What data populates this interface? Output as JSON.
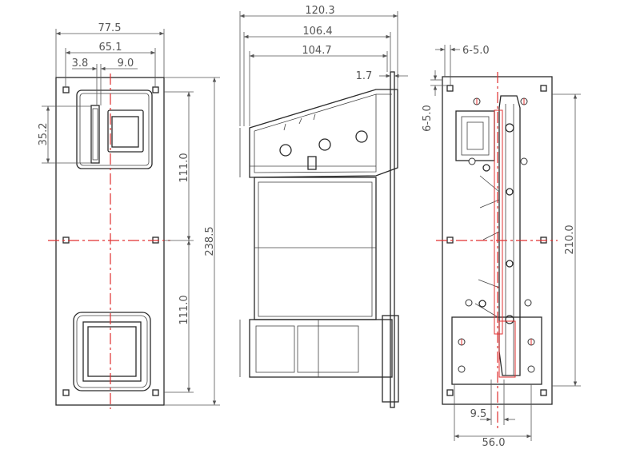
{
  "colors": {
    "outline": "#2a2a2a",
    "dimension": "#555555",
    "centerline": "#e03030",
    "background": "#ffffff"
  },
  "dimensions": {
    "front_overall_width": "77.5",
    "front_hole_spacing": "65.1",
    "front_slot_left": "3.8",
    "front_slot_right": "9.0",
    "front_slot_height": "35.2",
    "front_upper_span": "111.0",
    "front_lower_span": "111.0",
    "front_overall_height": "238.5",
    "side_overall_depth": "120.3",
    "side_body_depth": "106.4",
    "side_bracket_depth": "104.7",
    "side_plate_thickness": "1.7",
    "rear_offset_x": "6-5.0",
    "rear_offset_y": "6-5.0",
    "rear_vertical_span": "210.0",
    "rear_bottom_offset": "9.5",
    "rear_bottom_width": "56.0"
  }
}
